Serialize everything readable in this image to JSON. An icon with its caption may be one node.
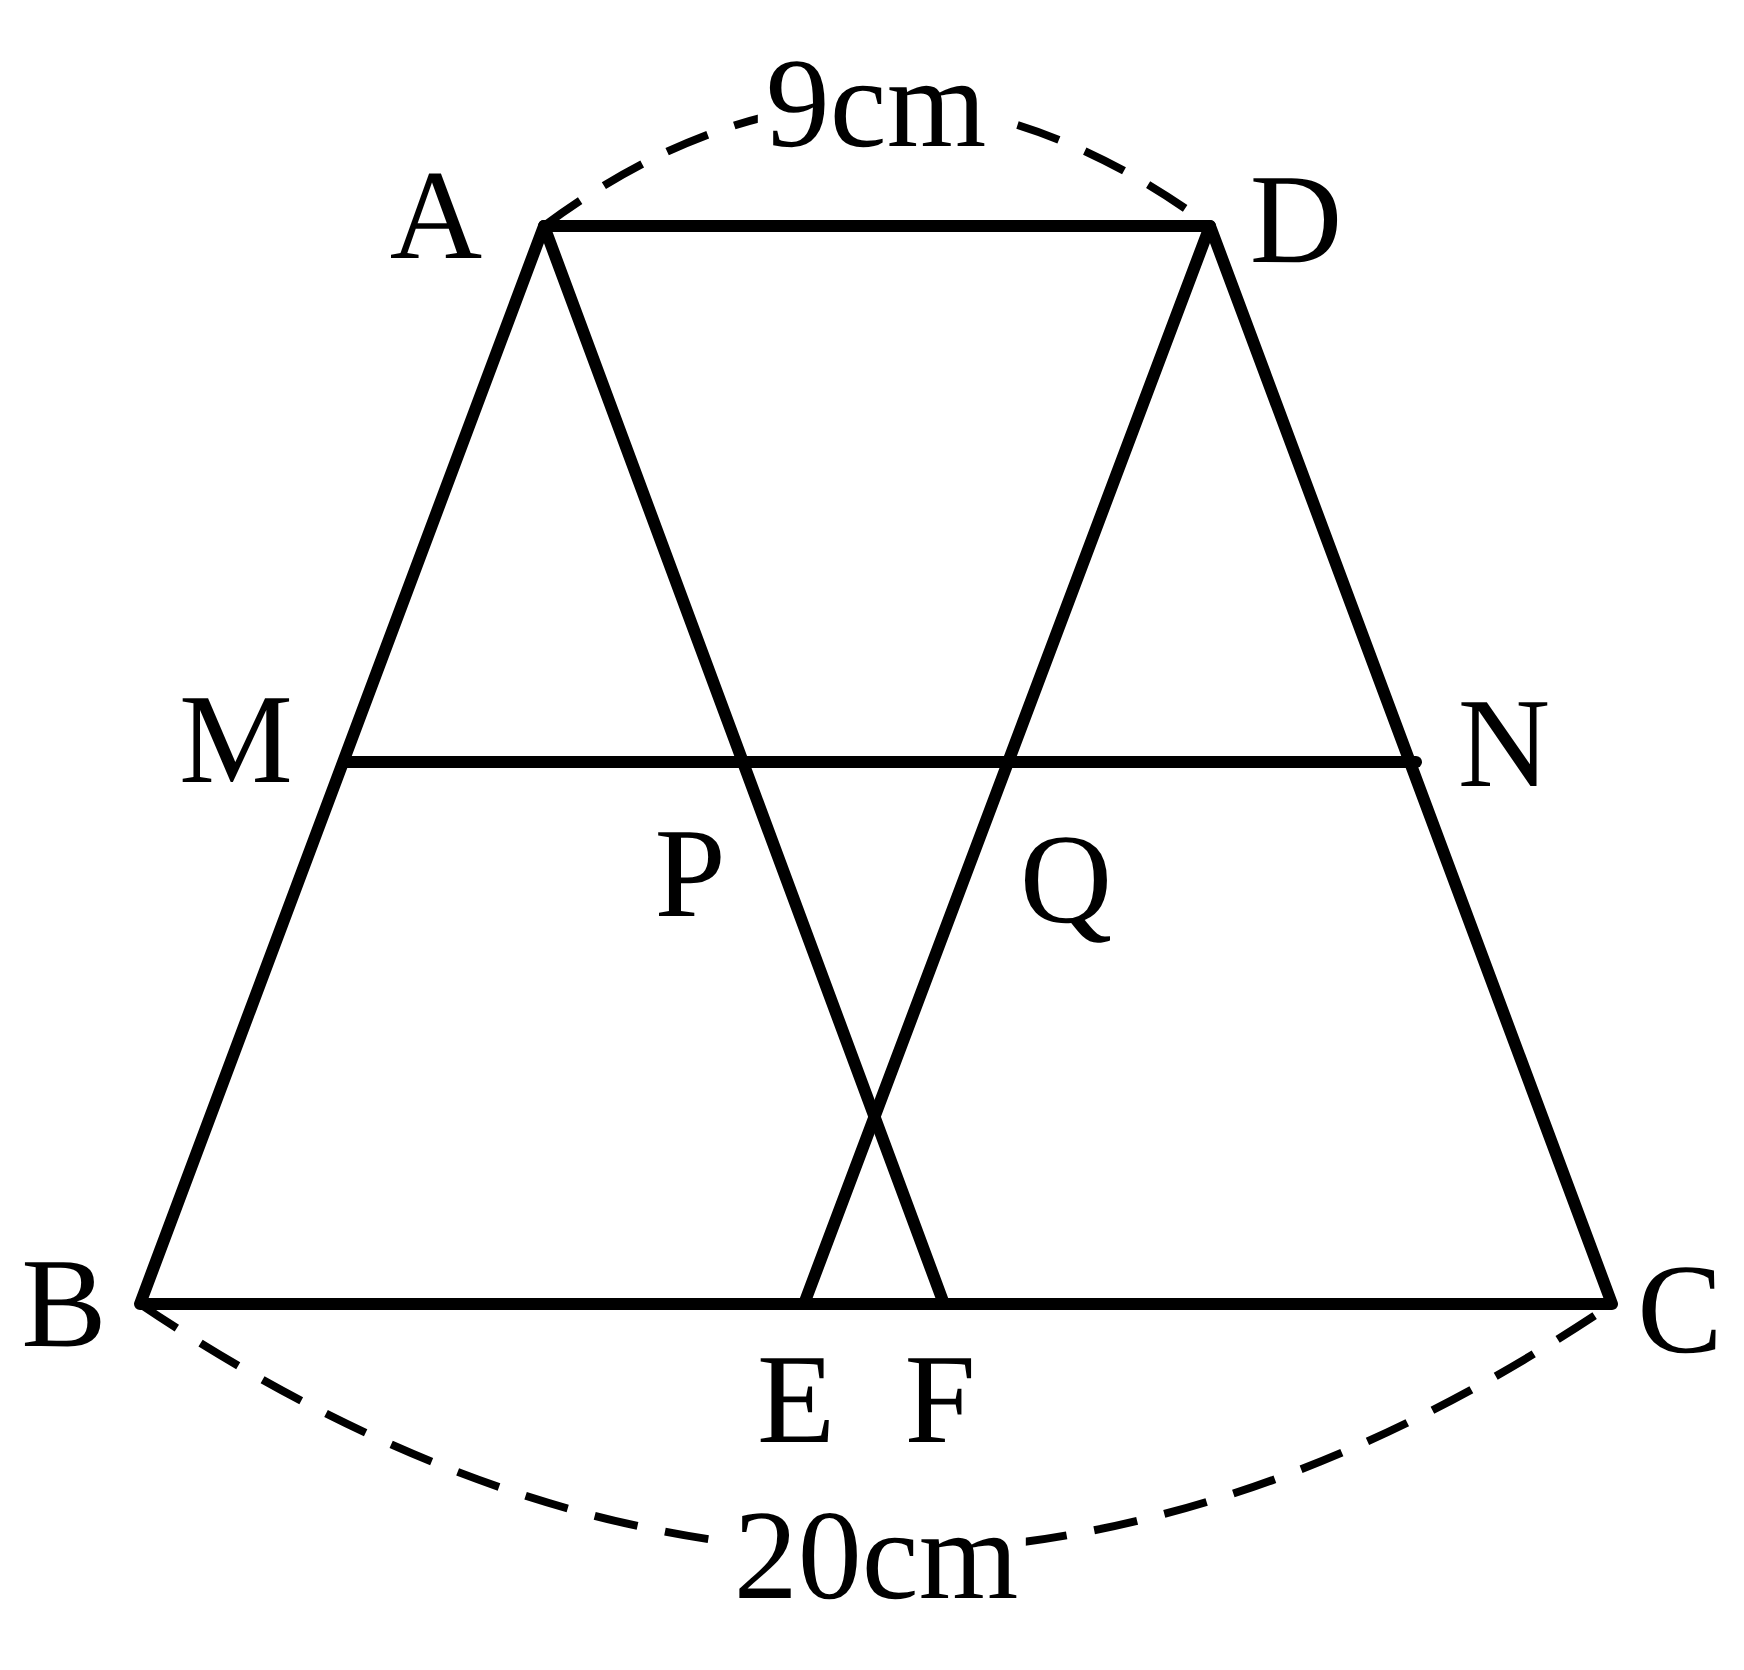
{
  "diagram": {
    "labels": [
      "9cm",
      "A",
      "D",
      "M",
      "N",
      "P",
      "Q",
      "B",
      "E",
      "F",
      "C",
      "20cm"
    ]
  }
}
